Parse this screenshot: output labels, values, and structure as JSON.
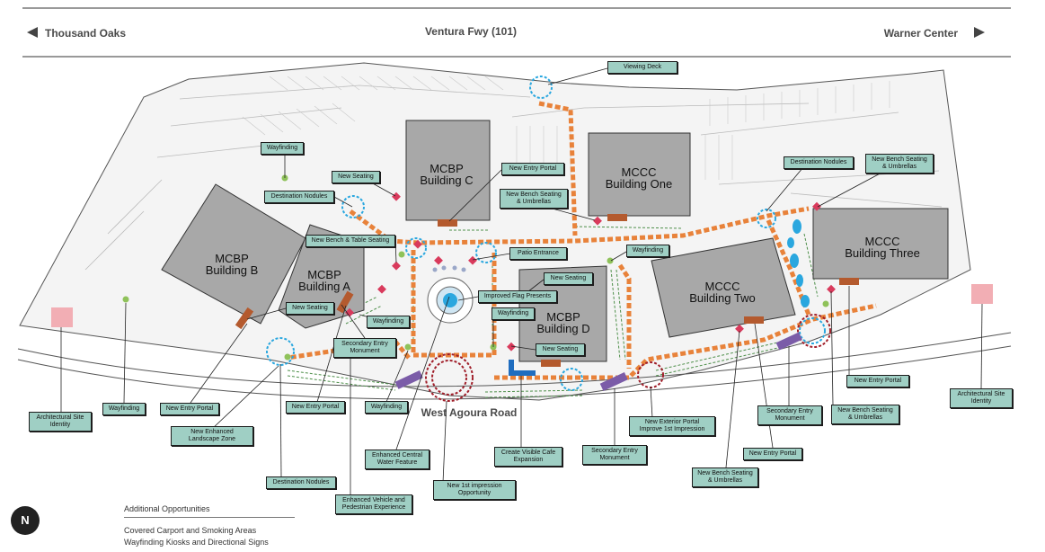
{
  "header": {
    "left_label": "Thousand Oaks",
    "center_label": "Ventura Fwy (101)",
    "right_label": "Warner Center"
  },
  "road_label": "West Agoura Road",
  "buildings": {
    "mcbp_c": [
      "MCBP",
      "Building C"
    ],
    "mccc_one": [
      "MCCC",
      "Building One"
    ],
    "mcbp_b": [
      "MCBP",
      "Building B"
    ],
    "mcbp_a": [
      "MCBP",
      "Building A"
    ],
    "mcbp_d": [
      "MCBP",
      "Building D"
    ],
    "mccc_two": [
      "MCCC",
      "Building Two"
    ],
    "mccc_three": [
      "MCCC",
      "Building Three"
    ]
  },
  "callouts": [
    "Viewing Deck",
    "Wayfinding",
    "New Seating",
    "Destination Nodules",
    "New Entry Portal",
    "New Bench Seating\n& Umbrellas",
    "Destination Nodules",
    "New Bench Seating\n& Umbrellas",
    "New Bench & Table Seating",
    "Patio Entrance",
    "Wayfinding",
    "New Seating",
    "Improved Flag Presents",
    "New Seating",
    "Wayfinding",
    "Wayfinding",
    "New Seating",
    "Secondary Entry\nMonument",
    "Architectural Site\nIdentity",
    "Wayfinding",
    "New Entry Portal",
    "New Enhanced\nLandscape Zone",
    "New Entry Portal",
    "Wayfinding",
    "Enhanced Central\nWater Feature",
    "Destination Nodules",
    "Enhanced Vehicle and\nPedestrian Experience",
    "New 1st impression\nOpportunity",
    "Create Visible Cafe\nExpansion",
    "Secondary Entry\nMonument",
    "New Exterior Portal\nImprove 1st Impression",
    "New Bench Seating\n& Umbrellas",
    "New Entry Portal",
    "Secondary Entry\nMonument",
    "New Entry Portal",
    "New Bench Seating\n& Umbrellas",
    "Architectural Site\nIdentity"
  ],
  "compass": {
    "label": "N"
  },
  "opportunities": {
    "title": "Additional Opportunities",
    "items": [
      "Covered Carport and Smoking Areas",
      "Wayfinding Kiosks and Directional Signs"
    ]
  },
  "colors": {
    "building": "#a8a8a8",
    "callout": "#9fcfc4",
    "path": "#e8823a",
    "nodule": "#2aa7df",
    "portal": "#b45a2e",
    "monument": "#7b5ca8",
    "identity": "#f2aeb4",
    "seating": "#d93a5c",
    "wayfinding": "#8fc25a"
  }
}
